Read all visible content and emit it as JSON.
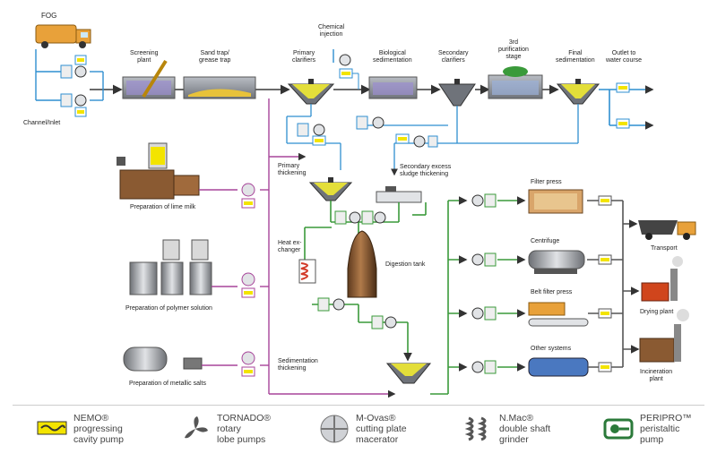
{
  "labels": {
    "fog": "FOG",
    "channel_inlet": "Channel/Inlet",
    "screening_plant": [
      "Screening",
      "plant"
    ],
    "sand_trap": [
      "Sand trap/",
      "grease trap"
    ],
    "chemical_injection": [
      "Chemical",
      "injection"
    ],
    "primary_clarifiers": [
      "Primary",
      "clarifiers"
    ],
    "biological_sedimentation": [
      "Biological",
      "sedimentation"
    ],
    "secondary_clarifiers": [
      "Secondary",
      "clarifiers"
    ],
    "purification_stage": [
      "3rd",
      "purification",
      "stage"
    ],
    "final_sedimentation": [
      "Final",
      "sedimentation"
    ],
    "outlet": [
      "Outlet to",
      "water course"
    ],
    "primary_thickening": [
      "Primary",
      "thickening"
    ],
    "secondary_excess": [
      "Secondary excess",
      "sludge thickening"
    ],
    "lime_milk": "Preparation of lime milk",
    "polymer_solution": "Preparation of polymer solution",
    "metallic_salts": "Preparation of metallic salts",
    "heat_exchanger": [
      "Heat ex-",
      "changer"
    ],
    "digestion_tank": "Digestion tank",
    "sedimentation_thickening": [
      "Sedimentation",
      "thickening"
    ],
    "filter_press": "Filter press",
    "centrifuge": "Centrifuge",
    "belt_filter_press": "Belt filter press",
    "other_systems": "Other systems",
    "transport": "Transport",
    "drying_plant": "Drying plant",
    "incineration_plant": [
      "Incineration",
      "plant"
    ]
  },
  "legend": [
    {
      "icon": "progressing-cavity-pump-icon",
      "lines": [
        "NEMO®",
        "progressing",
        "cavity pump"
      ]
    },
    {
      "icon": "rotary-lobe-pump-icon",
      "lines": [
        "TORNADO®",
        "rotary",
        "lobe pumps"
      ]
    },
    {
      "icon": "cutting-plate-macerator-icon",
      "lines": [
        "M-Ovas®",
        "cutting plate",
        "macerator"
      ]
    },
    {
      "icon": "double-shaft-grinder-icon",
      "lines": [
        "N.Mac®",
        "double shaft",
        "grinder"
      ]
    },
    {
      "icon": "peristaltic-pump-icon",
      "lines": [
        "PERIPRO™",
        "peristaltic",
        "pump"
      ]
    }
  ],
  "colors": {
    "water_line": "#2f8fd0",
    "light_blue": "#7cc3ea",
    "sludge_green": "#3a9a3a",
    "chem_purple": "#a7459a",
    "pump_yellow": "#f3e400",
    "tank_gray": "#8c9097",
    "digester_brown": "#8a5a32",
    "truck_orange": "#e8a13a"
  }
}
